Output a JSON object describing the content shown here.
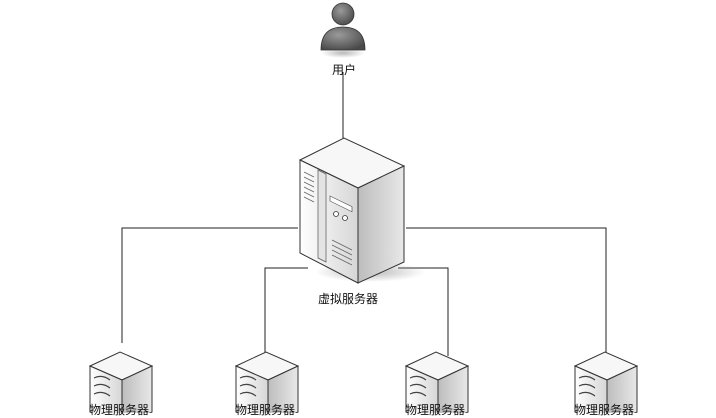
{
  "diagram": {
    "user": {
      "label": "用户",
      "icon": "user-icon"
    },
    "virtual_server": {
      "label": "虚拟服务器",
      "icon": "server-tower-icon"
    },
    "physical_servers": [
      {
        "label": "物理服务器",
        "icon": "server-icon"
      },
      {
        "label": "物理服务器",
        "icon": "server-icon"
      },
      {
        "label": "物理服务器",
        "icon": "server-icon"
      },
      {
        "label": "物理服务器",
        "icon": "server-icon"
      }
    ],
    "colors": {
      "line": "#222222",
      "box_light": "#f4f4f4",
      "box_mid": "#dcdcdc",
      "box_dark": "#a8a8a8",
      "user_fill": "#6b6b6b"
    }
  }
}
